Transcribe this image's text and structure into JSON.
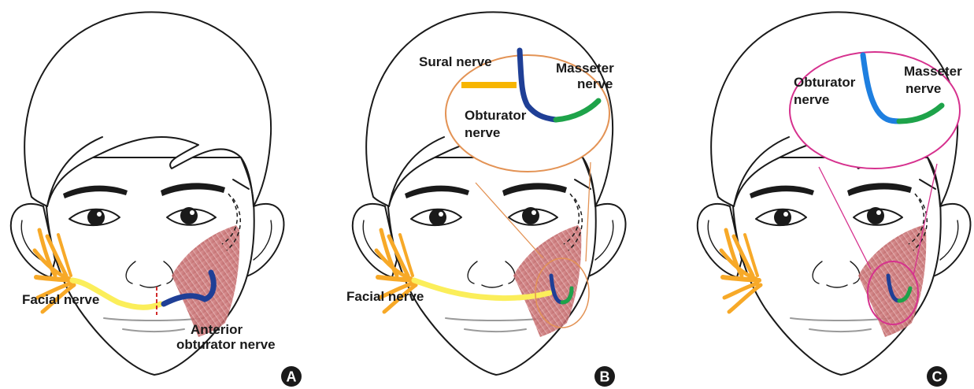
{
  "colors": {
    "facial_branch": "#f7a928",
    "facial_trunk": "#fbee5a",
    "sural": "#f7b500",
    "obturator_a": "#1f3f96",
    "obturator_c": "#1e7fe0",
    "masseter_nerve": "#1ea34a",
    "muscle": "#c86a6a",
    "zoom_b": "#e39355",
    "zoom_c": "#d6318e",
    "badge": "#1a1a1a"
  },
  "panels": [
    {
      "badge": "A",
      "labels": {
        "facial_nerve": "Facial nerve",
        "anterior": "Anterior",
        "obturator_nerve": "obturator nerve"
      }
    },
    {
      "badge": "B",
      "labels": {
        "sural_nerve": "Sural nerve",
        "masseter": "Masseter",
        "nerve_1": "nerve",
        "obturator": "Obturator",
        "nerve_2": "nerve",
        "facial_nerve": "Facial nerve"
      }
    },
    {
      "badge": "C",
      "labels": {
        "obturator": "Obturator",
        "nerve_1": "nerve",
        "masseter": "Masseter",
        "nerve_2": "nerve"
      }
    }
  ]
}
